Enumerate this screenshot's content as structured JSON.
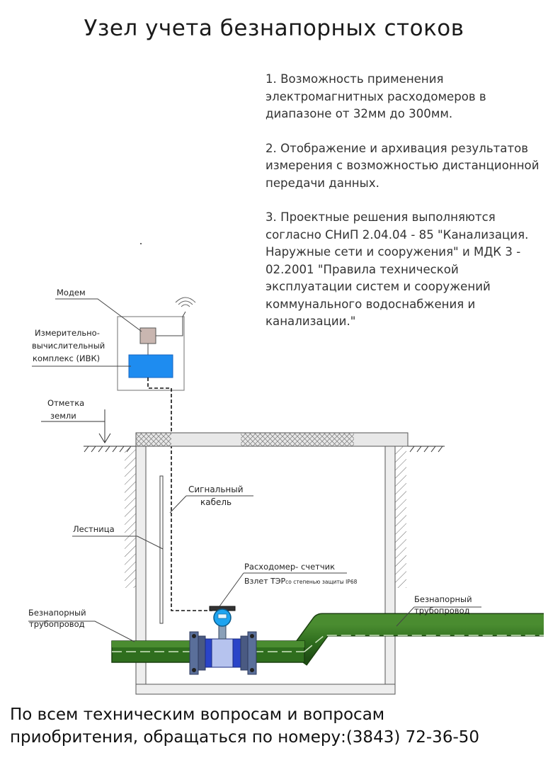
{
  "title": "Узел учета безнапорных стоков",
  "notes": [
    "1. Возможность применения электромагнитных расходомеров в диапазоне от 32мм до 300мм.",
    "2. Отображение и архивация результатов измерения с возможностью дистанционной передачи данных.",
    "3. Проектные решения выполняются согласно СНиП 2.04.04 - 85 \"Канализация. Наружные сети и сооружения\" и МДК 3 - 02.2001 \"Правила технической эксплуатации систем и сооружений коммунального водоснабжения и канализации.\""
  ],
  "labels": {
    "modem": "Модем",
    "ivk_line1": "Измерительно-",
    "ivk_line2": "вычислительный",
    "ivk_line3": "комплекс (ИВК)",
    "ground_line1": "Отметка",
    "ground_line2": "земли",
    "cable_line1": "Сигнальный",
    "cable_line2": "кабель",
    "ladder": "Лестница",
    "meter": "Расходомер- счетчик",
    "meter_model": "Взлет ТЭР",
    "meter_note": "со степенью защиты IP68",
    "pipe_left_line1": "Безнапорный",
    "pipe_left_line2": "трубопровод",
    "pipe_right_line1": "Безнапорный",
    "pipe_right_line2": "трубопровод"
  },
  "footer": {
    "line1": "По всем техническим вопросам и вопросам",
    "line2": "приобритения, обращаться по номеру:(3843) 72-36-50"
  },
  "colors": {
    "pipe": "#2f6e1e",
    "pipe_dark": "#1b3f10",
    "ivk": "#1e8cf0",
    "meter_body": "#2a44c8",
    "flange": "#5a6f9a",
    "display": "#1ea4f0",
    "modem": "#c9b6b0"
  }
}
